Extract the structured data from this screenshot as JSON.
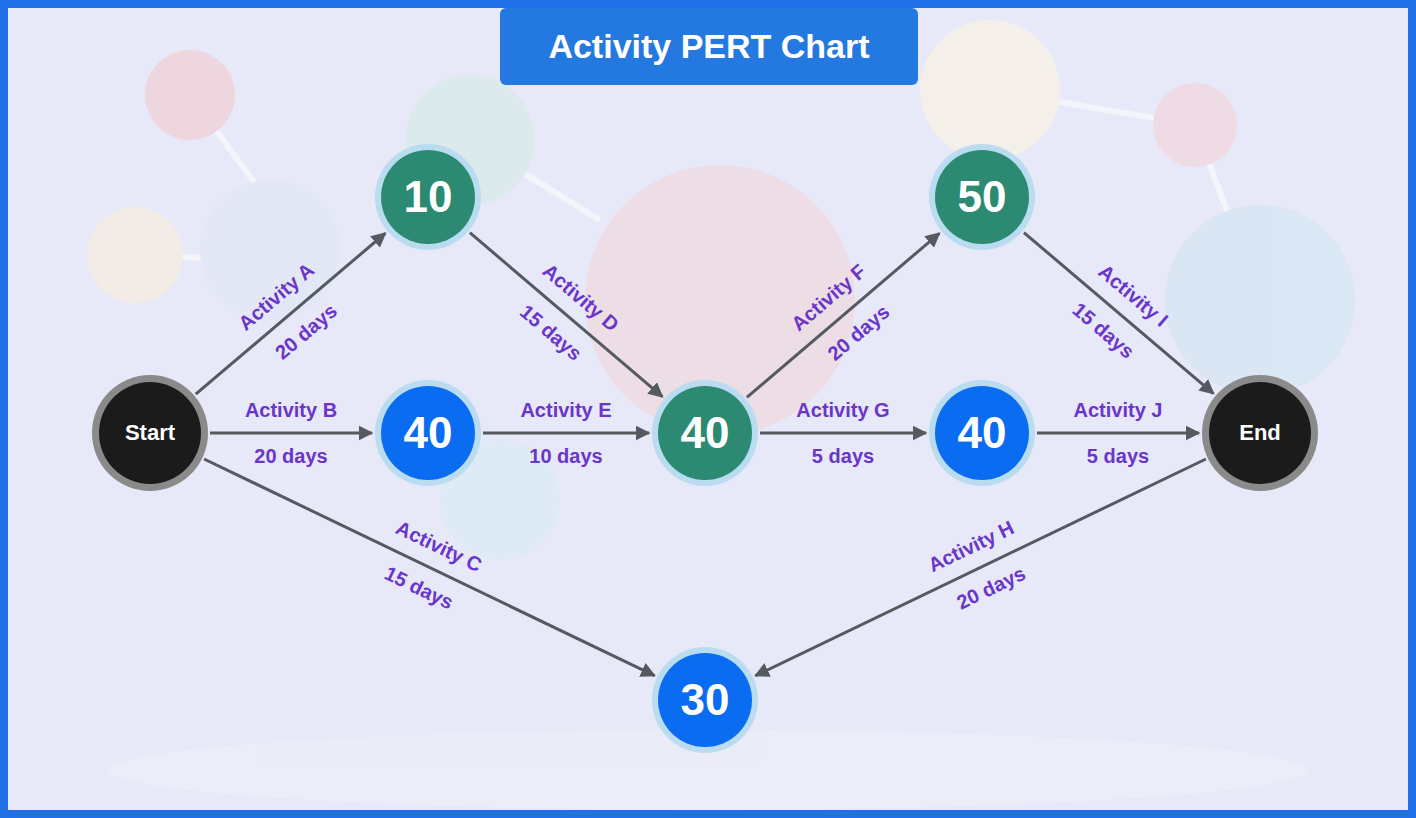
{
  "diagram": {
    "title": "Activity PERT Chart",
    "nodes": [
      {
        "text": [
          "Start"
        ]
      },
      {
        "text": [
          "10"
        ]
      },
      {
        "text": [
          "50"
        ]
      },
      {
        "text": [
          "40"
        ]
      },
      {
        "text": [
          "40"
        ]
      },
      {
        "text": [
          "40"
        ]
      },
      {
        "text": [
          "End"
        ]
      },
      {
        "text": [
          "30"
        ]
      }
    ],
    "edges": [
      {
        "from": 0,
        "to": 1,
        "arrow": "to",
        "label": "Activity A 20 days"
      },
      {
        "from": 0,
        "to": 3,
        "arrow": "to",
        "label": "Activity B 20 days"
      },
      {
        "from": 0,
        "to": 7,
        "arrow": "to",
        "label": "Activity C 15 days"
      },
      {
        "from": 1,
        "to": 4,
        "arrow": "to",
        "label": "Activity D 15 days"
      },
      {
        "from": 3,
        "to": 4,
        "arrow": "to",
        "label": "Activity E 10 days"
      },
      {
        "from": 4,
        "to": 2,
        "arrow": "to",
        "label": "Activity F 20 days"
      },
      {
        "from": 4,
        "to": 5,
        "arrow": "to",
        "label": "Activity G 5 days"
      },
      {
        "from": 6,
        "to": 7,
        "arrow": "to",
        "label": "Activity H 20 days"
      },
      {
        "from": 2,
        "to": 6,
        "arrow": "to",
        "label": "Activity I 15 days"
      },
      {
        "from": 5,
        "to": 6,
        "arrow": "to",
        "label": "Activity J 5 days"
      }
    ]
  }
}
